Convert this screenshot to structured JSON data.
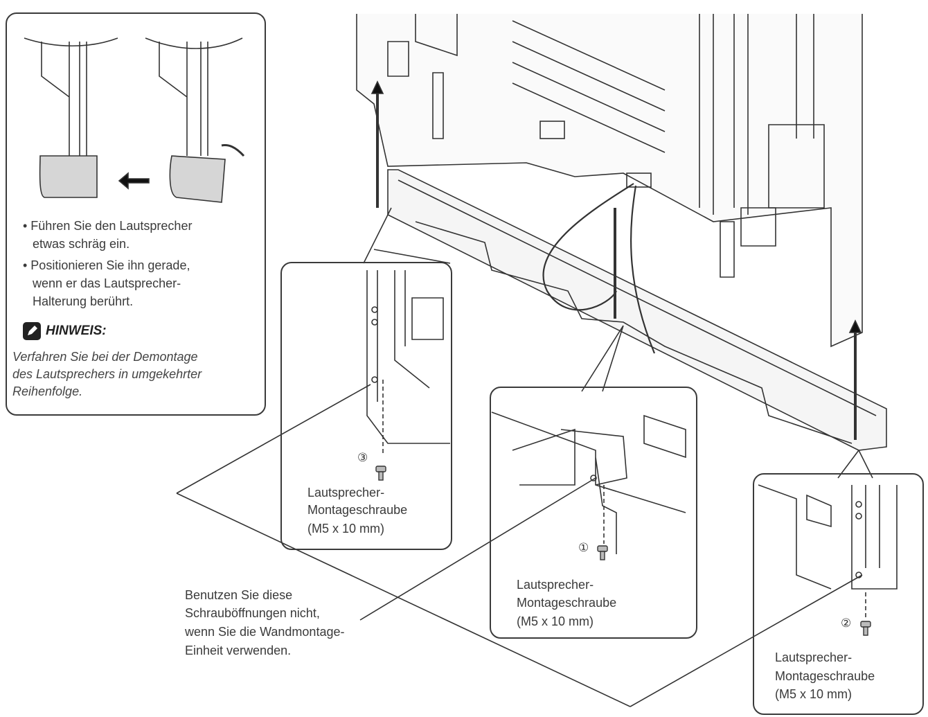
{
  "tip_panel": {
    "bullets": [
      {
        "line1": "• Führen Sie den Lautsprecher",
        "line2": "etwas schräg ein."
      },
      {
        "line1": "• Positionieren Sie ihn gerade,",
        "line2": "wenn er das Lautsprecher-",
        "line3": "Halterung berührt."
      }
    ],
    "note_title": "HINWEIS:",
    "note_lines": [
      "Verfahren Sie bei der Demontage",
      "des Lautsprechers in umgekehrter",
      "Reihenfolge."
    ]
  },
  "callouts": [
    {
      "marker": "③",
      "line1": "Lautsprecher-",
      "line2": "Montageschraube",
      "line3": "(M5 x 10 mm)"
    },
    {
      "marker": "①",
      "line1": "Lautsprecher-",
      "line2": "Montageschraube",
      "line3": "(M5 x 10 mm)"
    },
    {
      "marker": "②",
      "line1": "Lautsprecher-",
      "line2": "Montageschraube",
      "line3": "(M5 x 10 mm)"
    }
  ],
  "warning": {
    "lines": [
      "Benutzen Sie diese",
      "Schrauböffnungen nicht,",
      "wenn Sie die Wandmontage-",
      "Einheit verwenden."
    ]
  },
  "icons": [
    "pencil-icon",
    "arrow-left-icon",
    "arrow-curve-icon",
    "screw-icon"
  ]
}
